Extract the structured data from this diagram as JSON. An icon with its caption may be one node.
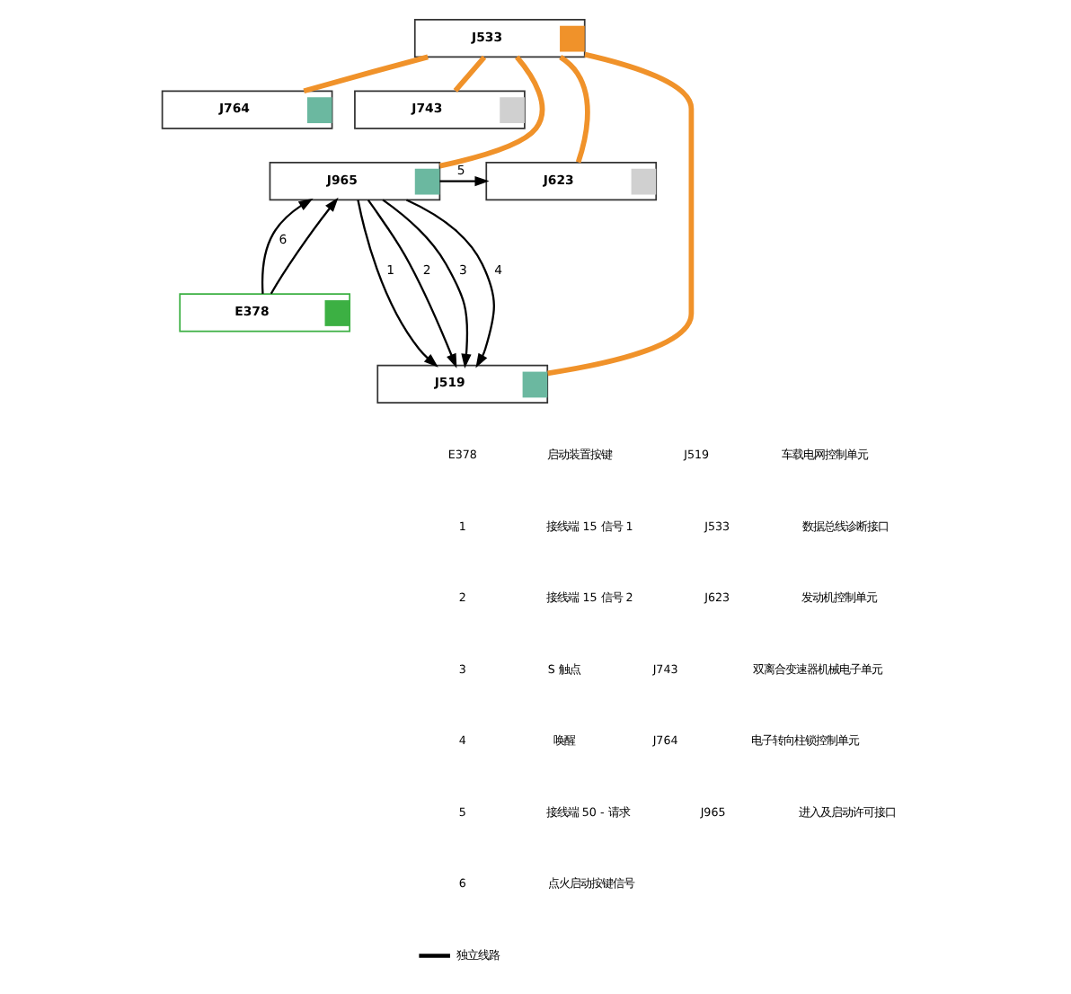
{
  "diagram": {
    "nodes": [
      {
        "text": [
          "J533"
        ]
      },
      {
        "text": [
          "J764"
        ]
      },
      {
        "text": [
          "J743"
        ]
      },
      {
        "text": [
          "J965"
        ]
      },
      {
        "text": [
          "J623"
        ]
      },
      {
        "text": [
          "E378"
        ]
      },
      {
        "text": [
          "J519"
        ]
      }
    ],
    "edges": [
      {
        "from": 0,
        "to": 1,
        "arrow": "none",
        "style": "thick",
        "color": "#f0922a"
      },
      {
        "from": 0,
        "to": 3,
        "arrow": "none",
        "style": "thick",
        "color": "#f0922a"
      },
      {
        "from": 0,
        "to": 6,
        "arrow": "none",
        "style": "thick",
        "color": "#f0922a"
      },
      {
        "from": 0,
        "to": 2,
        "arrow": "none",
        "style": "thick",
        "color": "#f0922a"
      },
      {
        "from": 0,
        "to": 4,
        "arrow": "none",
        "style": "thick",
        "color": "#f0922a"
      },
      {
        "from": 3,
        "to": 6,
        "arrow": "to",
        "label": "1"
      },
      {
        "from": 3,
        "to": 6,
        "arrow": "to",
        "label": "2"
      },
      {
        "from": 3,
        "to": 6,
        "arrow": "to",
        "label": "3"
      },
      {
        "from": 3,
        "to": 6,
        "arrow": "to",
        "label": "4"
      },
      {
        "from": 3,
        "to": 4,
        "arrow": "to",
        "label": "5"
      },
      {
        "from": 5,
        "to": 3,
        "arrow": "to",
        "label": "6"
      },
      {
        "from": 5,
        "to": 3,
        "arrow": "to"
      }
    ],
    "labels": [
      "E378",
      "启动装置按键",
      "J519",
      "车载电网控制单元",
      "1",
      "接线端 15 信号 1",
      "J533",
      "数据总线诊断接口",
      "2",
      "接线端 15 信号 2",
      "J623",
      "发动机控制单元",
      "3",
      "S 触点",
      "J743",
      "双离合变速器机械电子单元",
      "4",
      "唤醒",
      "J764",
      "电子转向柱锁控制单元",
      "5",
      "接线端 50 - 请求",
      "J965",
      "进入及启动许可接口",
      "6",
      "点火启动按键信号"
    ],
    "legend": [
      {
        "text": "独立线路"
      }
    ]
  }
}
